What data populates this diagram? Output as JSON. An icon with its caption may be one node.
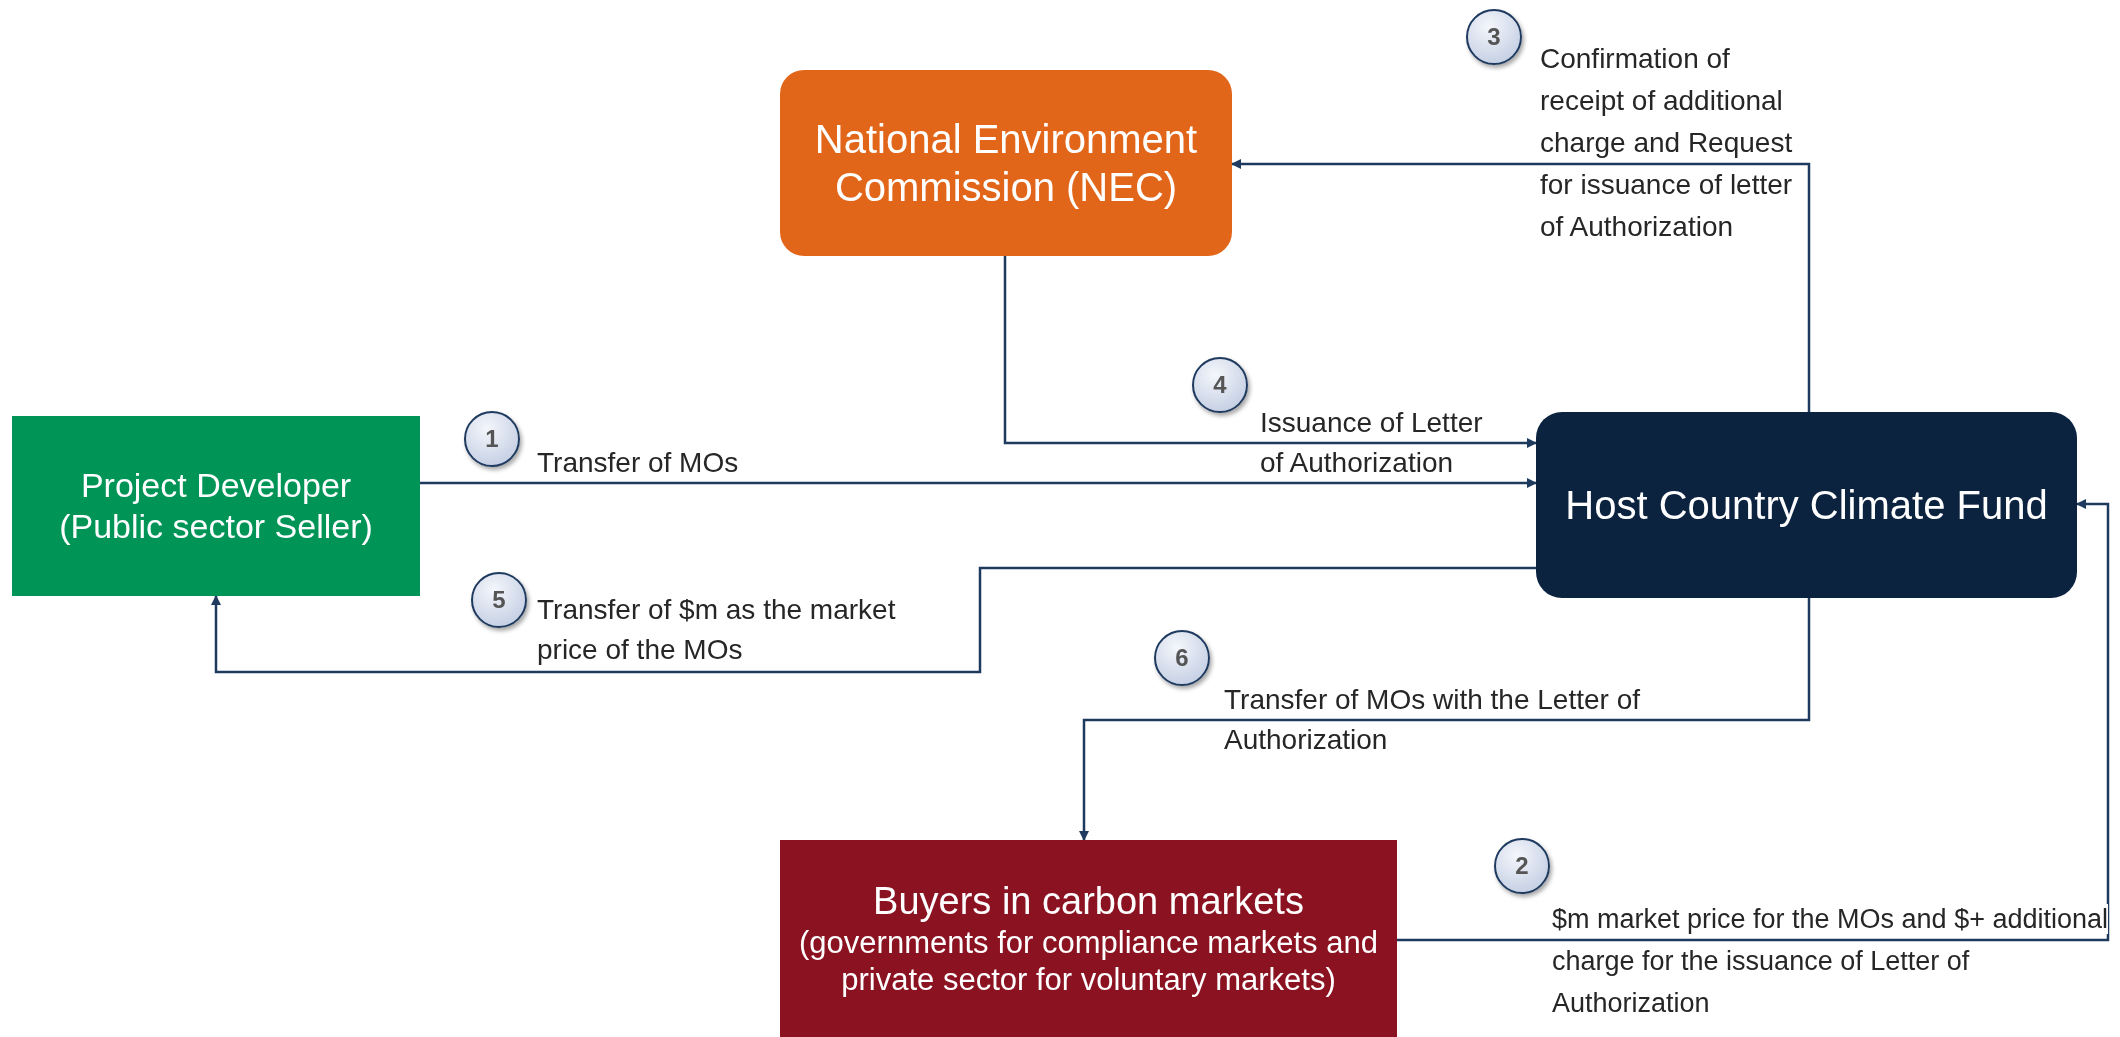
{
  "diagram": {
    "nodes": [
      {
        "text": [
          "National Environment Commission (NEC)"
        ]
      },
      {
        "text": [
          "Project Developer (Public sector Seller)"
        ]
      },
      {
        "text": [
          "Host Country Climate Fund"
        ]
      },
      {
        "text": [
          "Buyers in carbon markets",
          "(governments for compliance markets and private sector for voluntary markets)"
        ]
      }
    ],
    "edges": [
      {
        "from": 1,
        "to": 2,
        "arrow": "to",
        "label": "Transfer of MOs"
      },
      {
        "from": 2,
        "to": 1,
        "arrow": "to",
        "label": "Transfer of $m as the market price of the MOs"
      },
      {
        "from": 2,
        "to": 3,
        "arrow": "to",
        "label": "Transfer of MOs with the Letter of Authorization"
      },
      {
        "from": 3,
        "to": 2,
        "arrow": "to",
        "label": "$m market price for the MOs and $+ additional charge for the issuance of Letter of Authorization"
      },
      {
        "from": 2,
        "to": 0,
        "arrow": "to",
        "label": "Confirmation of receipt of additional charge and Request for issuance of letter of Authorization"
      },
      {
        "from": 0,
        "to": 2,
        "arrow": "to",
        "label": "Issuance of Letter of Authorization"
      }
    ],
    "labels": [
      "3",
      "4",
      "1",
      "5",
      "6",
      "2"
    ]
  }
}
